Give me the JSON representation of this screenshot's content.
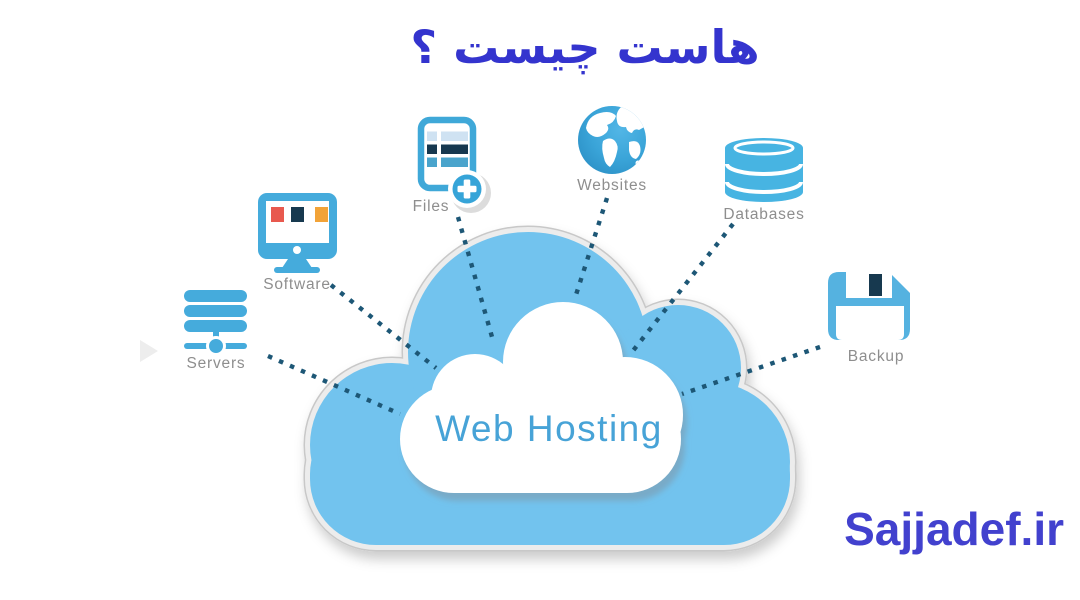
{
  "page": {
    "title": "هاست چیست ؟",
    "watermark": "Sajjadef.ir",
    "background": "#ffffff"
  },
  "diagram": {
    "type": "hub-and-spoke-cloud",
    "hub": {
      "label": "Web Hosting"
    },
    "nodes": [
      {
        "id": "servers",
        "label": "Servers",
        "icon": "server-stack-icon"
      },
      {
        "id": "software",
        "label": "Software",
        "icon": "monitor-icon"
      },
      {
        "id": "files",
        "label": "Files",
        "icon": "document-add-icon"
      },
      {
        "id": "websites",
        "label": "Websites",
        "icon": "globe-icon"
      },
      {
        "id": "databases",
        "label": "Databases",
        "icon": "database-icon"
      },
      {
        "id": "backup",
        "label": "Backup",
        "icon": "floppy-disk-icon"
      }
    ],
    "colors": {
      "cloud_fill": "#72c3ee",
      "cloud_border": "#ececec",
      "cloud_border_hairline": "#c8c8c8",
      "inner_cloud": "#ffffff",
      "hub_text": "#47a3d7",
      "connector": "#1d5776",
      "icon_blue": "#45abdc",
      "icon_dark_navy": "#17394f",
      "icon_red": "#e8594e",
      "icon_orange": "#f2a338",
      "label_gray": "#8e8e8e",
      "title_blue": "#3434ce",
      "watermark_blue": "#4241ce"
    }
  }
}
